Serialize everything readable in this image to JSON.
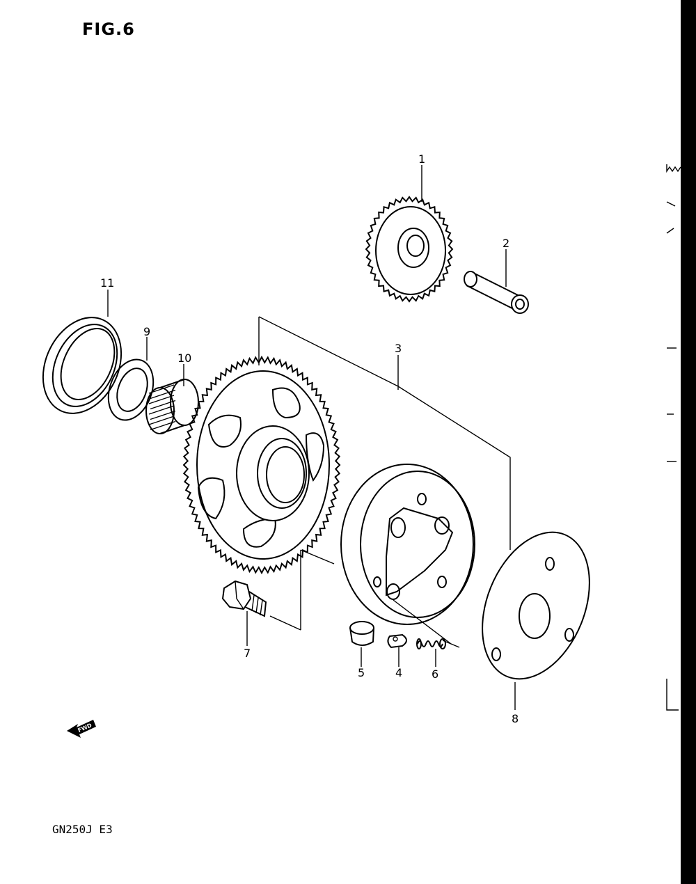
{
  "figure": {
    "title": "FIG.6",
    "model_code": "GN250J E3",
    "arrow_label": "FWD"
  },
  "callouts": [
    {
      "id": "1",
      "label": "1"
    },
    {
      "id": "2",
      "label": "2"
    },
    {
      "id": "3",
      "label": "3"
    },
    {
      "id": "4",
      "label": "4"
    },
    {
      "id": "5",
      "label": "5"
    },
    {
      "id": "6",
      "label": "6"
    },
    {
      "id": "7",
      "label": "7"
    },
    {
      "id": "8",
      "label": "8"
    },
    {
      "id": "9",
      "label": "9"
    },
    {
      "id": "10",
      "label": "10"
    },
    {
      "id": "11",
      "label": "11"
    }
  ],
  "colors": {
    "ink": "#000000",
    "paper": "#ffffff"
  }
}
